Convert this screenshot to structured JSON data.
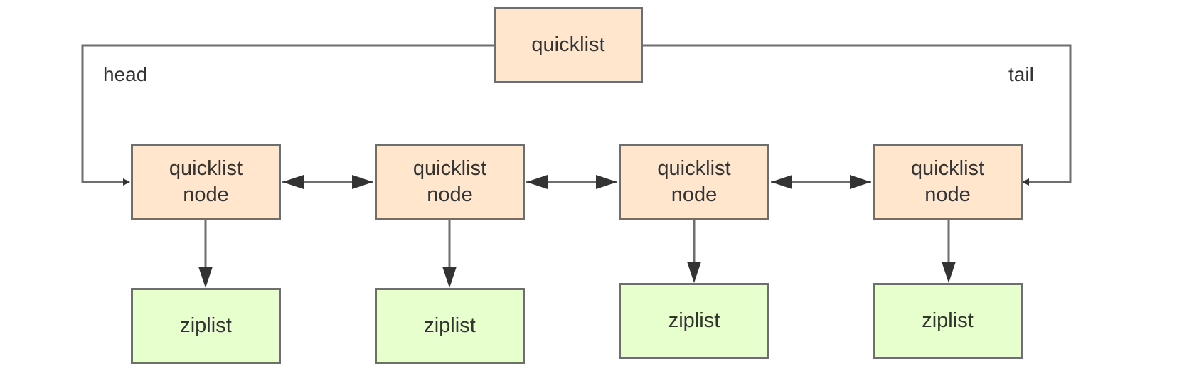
{
  "quicklist": {
    "label": "quicklist"
  },
  "head_label": "head",
  "tail_label": "tail",
  "nodes": [
    {
      "line1": "quicklist",
      "line2": "node",
      "ziplist": "ziplist"
    },
    {
      "line1": "quicklist",
      "line2": "node",
      "ziplist": "ziplist"
    },
    {
      "line1": "quicklist",
      "line2": "node",
      "ziplist": "ziplist"
    },
    {
      "line1": "quicklist",
      "line2": "node",
      "ziplist": "ziplist"
    }
  ],
  "colors": {
    "node_fill": "#ffe6cc",
    "ziplist_fill": "#e6ffcc",
    "stroke": "#6e6e6e",
    "text": "#333333"
  }
}
